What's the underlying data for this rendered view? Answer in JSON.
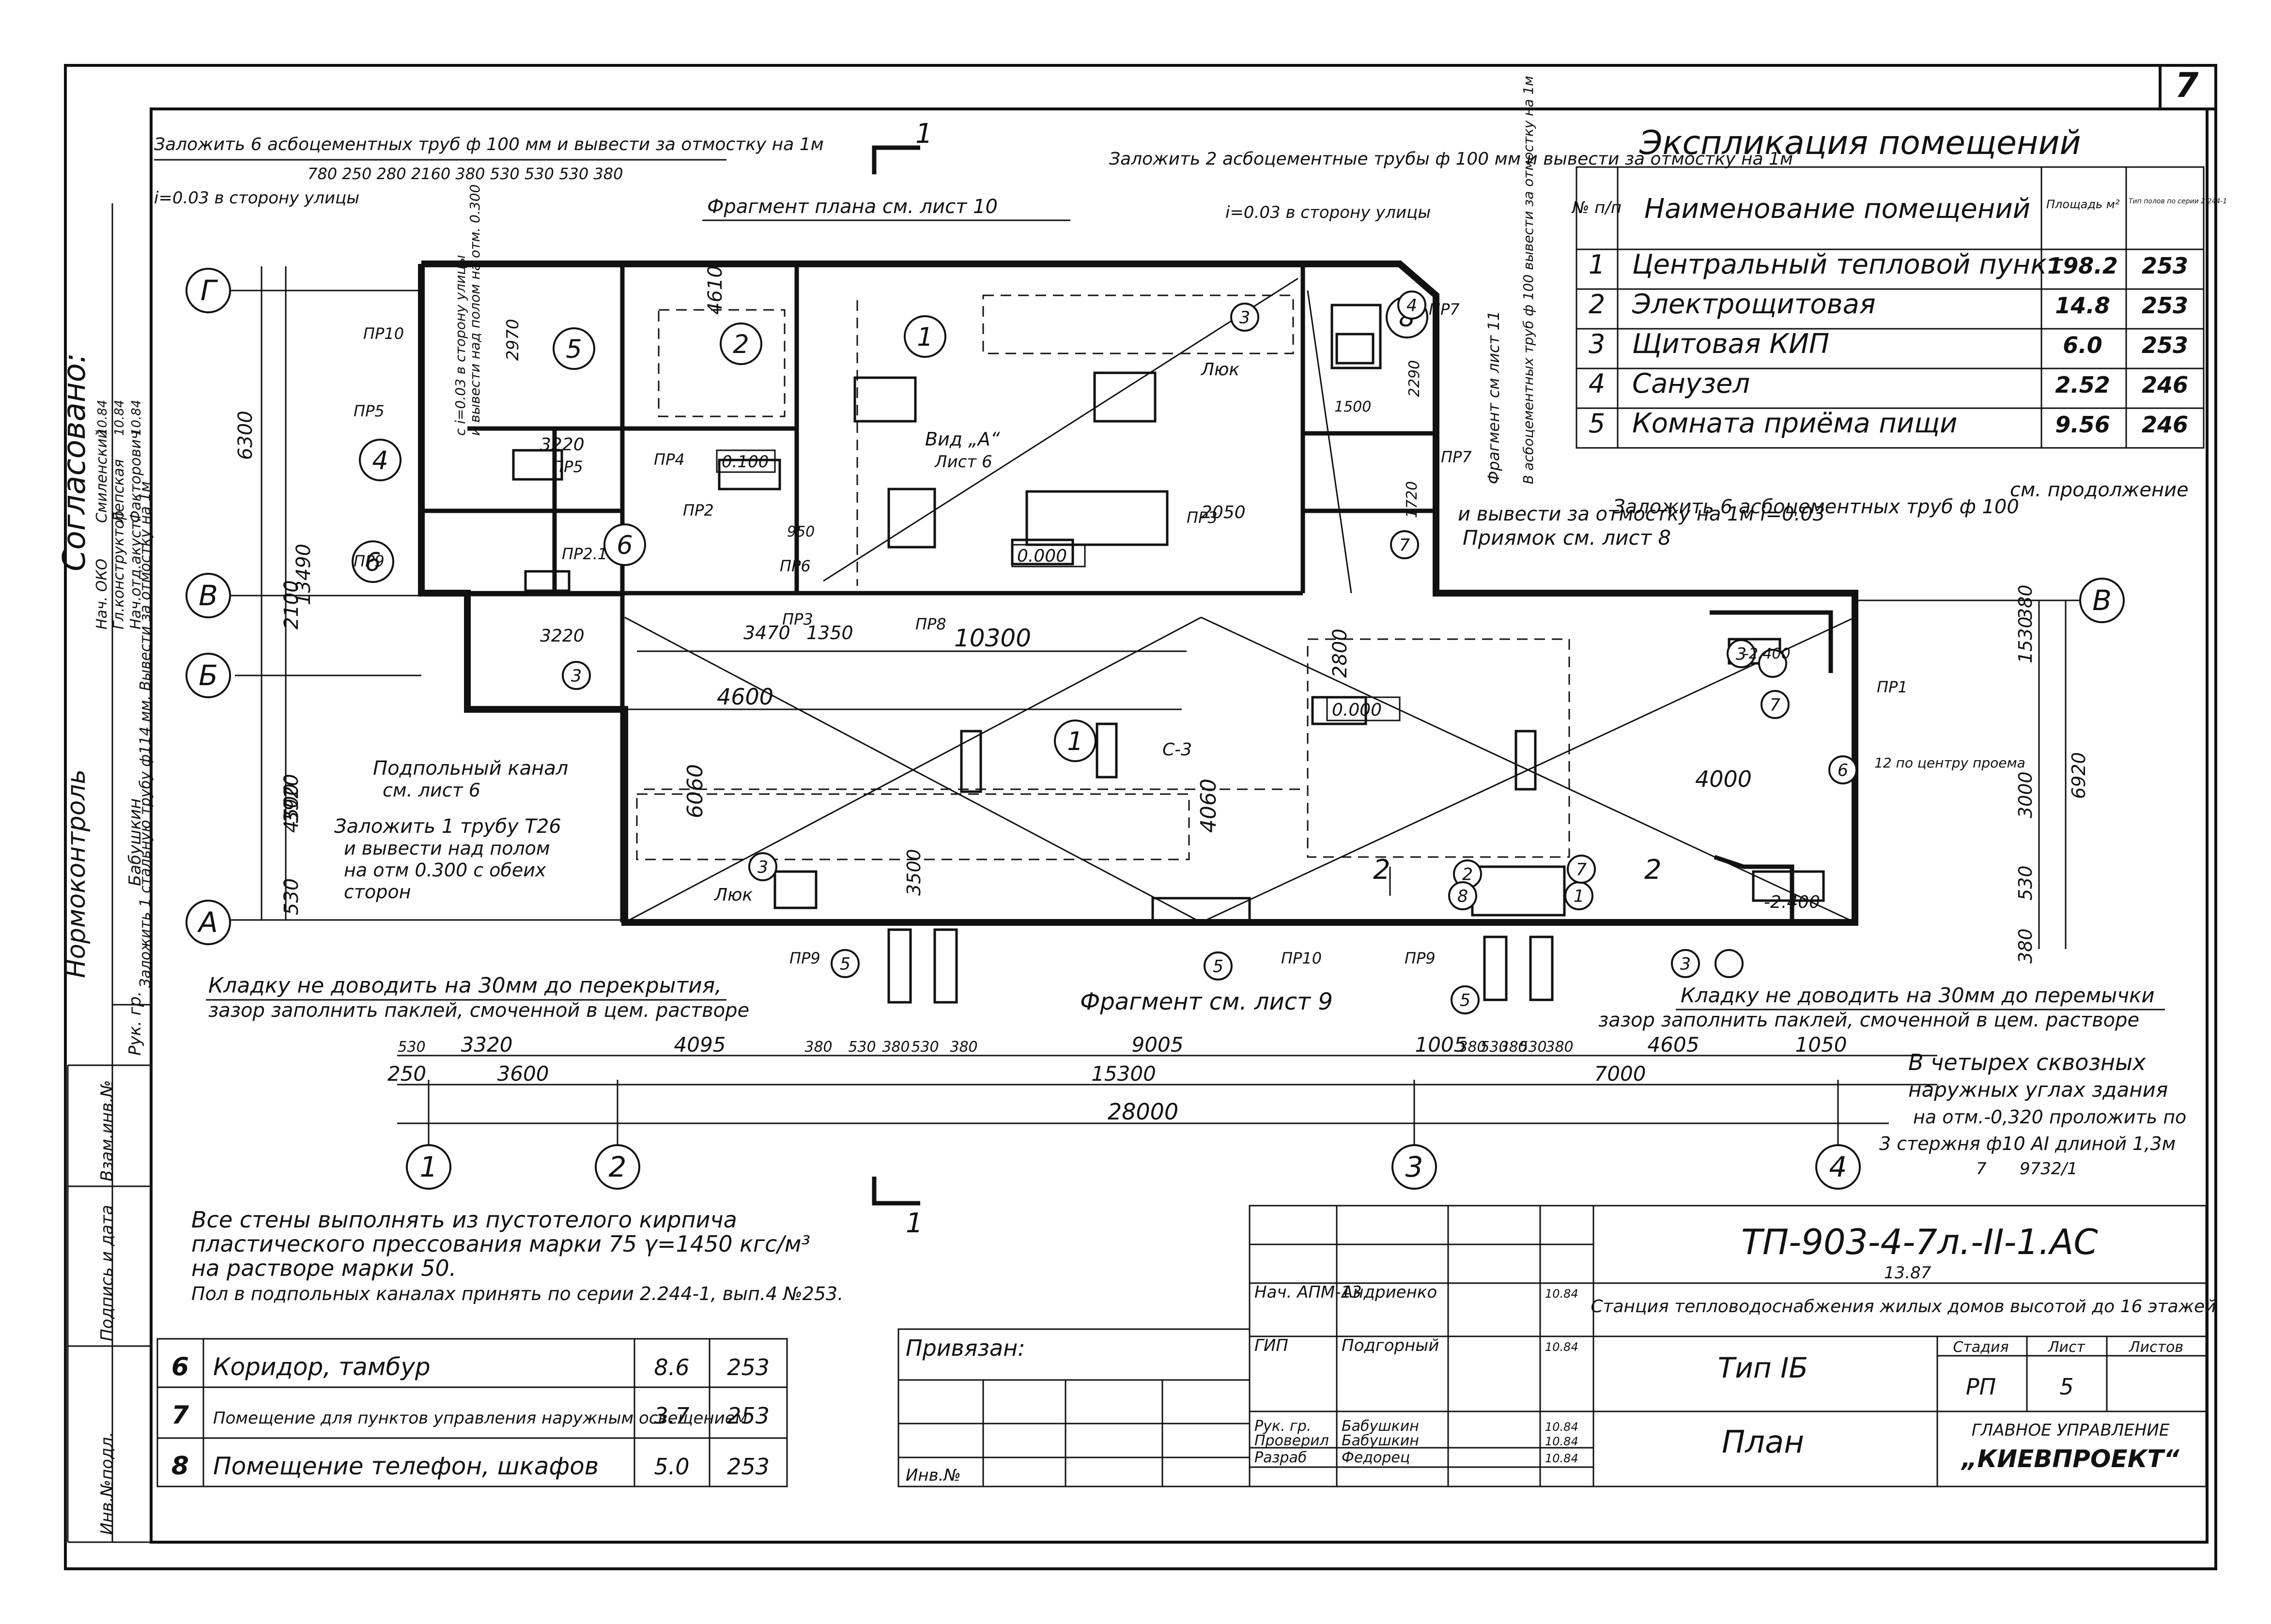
{
  "sheet": {
    "number": "7"
  },
  "stamp_left": {
    "approved": "Согласовано:",
    "norm_control": "Нормоконтроль",
    "norm_person": "Бабушкин",
    "signers": [
      {
        "role": "Нач. ОКО",
        "name": "Смиленский",
        "date": "10.84"
      },
      {
        "role": "Гл.конструктор",
        "name": "Лепская",
        "date": "10.84"
      },
      {
        "role": "Нач.отд.акуст.",
        "name": "Факторович",
        "date": "10.84"
      }
    ],
    "leader": "Рук. гр.",
    "column_labels": [
      "Взам.инв.№",
      "Подпись и дата",
      "Инв.№подл."
    ]
  },
  "explication": {
    "title": "Экспликация помещений",
    "headers": {
      "num": "№ п/п",
      "name": "Наименование помещений",
      "area": "Площадь м²",
      "note": "Тип полов по серии 2.244-1"
    },
    "rows": [
      {
        "n": "1",
        "name": "Центральный тепловой пункт",
        "area": "198.2",
        "floor": "253"
      },
      {
        "n": "2",
        "name": "Электрощитовая",
        "area": "14.8",
        "floor": "253"
      },
      {
        "n": "3",
        "name": "Щитовая КИП",
        "area": "6.0",
        "floor": "253"
      },
      {
        "n": "4",
        "name": "Санузел",
        "area": "2.52",
        "floor": "246"
      },
      {
        "n": "5",
        "name": "Комната приёма пищи",
        "area": "9.56",
        "floor": "246"
      }
    ],
    "continuation": "см. продолжение"
  },
  "explication_cont": {
    "rows": [
      {
        "n": "6",
        "name": "Коридор, тамбур",
        "area": "8.6",
        "floor": "253"
      },
      {
        "n": "7",
        "name": "Помещение для пунктов управления наружным освещением",
        "area": "3.7",
        "floor": "253"
      },
      {
        "n": "8",
        "name": "Помещение телефон, шкафов",
        "area": "5.0",
        "floor": "253"
      }
    ]
  },
  "notes": {
    "top_left": "Заложить 6 асбоцементных труб ф 100 мм и вывести за отмостку на 1м",
    "top_left_slope": "i=0.03 в сторону улицы",
    "top_center": "Заложить 2 асбоцементные трубы ф 100 мм и вывести за отмостку на 1м",
    "top_center_slope": "i=0.03 в сторону улицы",
    "fragment_10": "Фрагмент плана см. лист 10",
    "fragment_9": "Фрагмент см. лист 9",
    "fragment_11": "Фрагмент см лист 11",
    "pipes_right": "В асбоцементных труб ф 100 вывести за отмостку на 1м",
    "pipes_6_right": "Заложить 6 асбоцементных труб ф 100",
    "pipes_6_right_2": "и вывести за отмостку на 1м i=0.03",
    "pit": "Приямок см. лист 8",
    "view_a": "Вид „А“",
    "view_a_sheet": "Лист 6",
    "hatch": "Люк",
    "underfloor_channel": "Подпольный канал",
    "underfloor_channel_sheet": "см. лист 6",
    "pipe_t26": "Заложить 1 трубу Т26",
    "pipe_t26_2": "и вывести над полом",
    "pipe_t26_3": "на отм 0.300 с обеих",
    "pipe_t26_4": "сторон",
    "pipe_left_vertical": "Заложить 1 стальную трубу ф114 мм. Вывести за отмостку на 1м",
    "pipe_left_vertical_2": "с i=0.03 в сторону улицы",
    "pipe_left_vertical_3": "и вывести над полом на отм. 0.300",
    "masonry_left": "Кладку не доводить на 30мм до перекрытия,",
    "masonry_left_2": "зазор заполнить паклей, смоченной в цем. растворе",
    "masonry_right": "Кладку не доводить на 30мм до перемычки",
    "masonry_right_2": "зазор заполнить паклей, смоченной в цем. растворе",
    "corners": "В четырех сквозных",
    "corners_2": "наружных углах здания",
    "corners_3": "на отм.-0,320 проложить по",
    "corners_4": "3 стержня ф10 АI длиной 1,3м",
    "opening_center": "12 по центру проема",
    "walls_1": "Все стены выполнять из пустотелого кирпича",
    "walls_2": "пластического прессования марки 75 γ=1450 кгс/м³",
    "walls_3": "на растворе марки 50.",
    "walls_4": "Пол в подпольных каналах принять по серии 2.244-1, вып.4 №253.",
    "code_small": "9732/1",
    "code_7": "7"
  },
  "plan": {
    "rooms": [
      "1",
      "2",
      "3",
      "4",
      "5",
      "6",
      "7",
      "8"
    ],
    "axes_h": [
      "1",
      "2",
      "3",
      "4"
    ],
    "axes_v": [
      "Г",
      "В",
      "Б",
      "А"
    ],
    "marks": [
      "0.100",
      "0.000",
      "0.000",
      "-2.400",
      "-2.400"
    ],
    "pr_labels": [
      "ПР10",
      "ПР5",
      "ПР4",
      "ПР5",
      "ПР2",
      "ПР9",
      "ПР2.1",
      "ПР3",
      "ПР6",
      "ПР8",
      "ПР3",
      "ПР7",
      "ПР7",
      "ПР1",
      "ПР9",
      "ПР10",
      "ПР9"
    ],
    "section": "1",
    "dims_bottom_1": [
      "530",
      "3320",
      "4095",
      "380",
      "530",
      "380",
      "530",
      "380",
      "9005",
      "1005",
      "380",
      "530",
      "380",
      "530",
      "380",
      "4605",
      "1050"
    ],
    "dims_bottom_2": [
      "250",
      "3600",
      "15300",
      "7000"
    ],
    "dims_bottom_3": "28000",
    "dims_left": [
      "6300",
      "13490",
      "4500",
      "2100",
      "3920",
      "530"
    ],
    "dims_right": [
      "6920",
      "3000",
      "530",
      "380",
      "1530",
      "380"
    ],
    "dims_inner": [
      "10300",
      "4600",
      "6060",
      "4060",
      "3500",
      "2800",
      "4000",
      "3470",
      "1350",
      "950",
      "2050",
      "4610",
      "3220",
      "3220",
      "2970",
      "1500",
      "2290",
      "1720"
    ],
    "stair": "2",
    "section_c3": "С-3",
    "top_row": "780 250 280 2160 380 530 530 530 380"
  },
  "title_block": {
    "code": "ТП-903-4-7л.-II-1.АС",
    "year": "13.87",
    "project": "Станция тепловодоснабжения жилых домов высотой до 16 этажей",
    "type": "Тип IБ",
    "sheet_title": "План",
    "stage_hdr": "Стадия",
    "sheet_hdr": "Лист",
    "sheets_hdr": "Листов",
    "stage": "РП",
    "sheet": "5",
    "org": "ГЛАВНОЕ УПРАВЛЕНИЕ",
    "org2": "„КИЕВПРОЕКТ“",
    "tied": "Привязан:",
    "inv": "Инв.№",
    "people": [
      {
        "role": "Нач. АПМ-13",
        "name": "Андриенко",
        "date": "10.84"
      },
      {
        "role": "ГИП",
        "name": "Подгорный",
        "date": "10.84"
      },
      {
        "role": "Рук. гр.",
        "name": "Бабушкин",
        "date": "10.84"
      },
      {
        "role": "Проверил",
        "name": "Бабушкин",
        "date": "10.84"
      },
      {
        "role": "Разраб",
        "name": "Федорец",
        "date": "10.84"
      }
    ]
  }
}
